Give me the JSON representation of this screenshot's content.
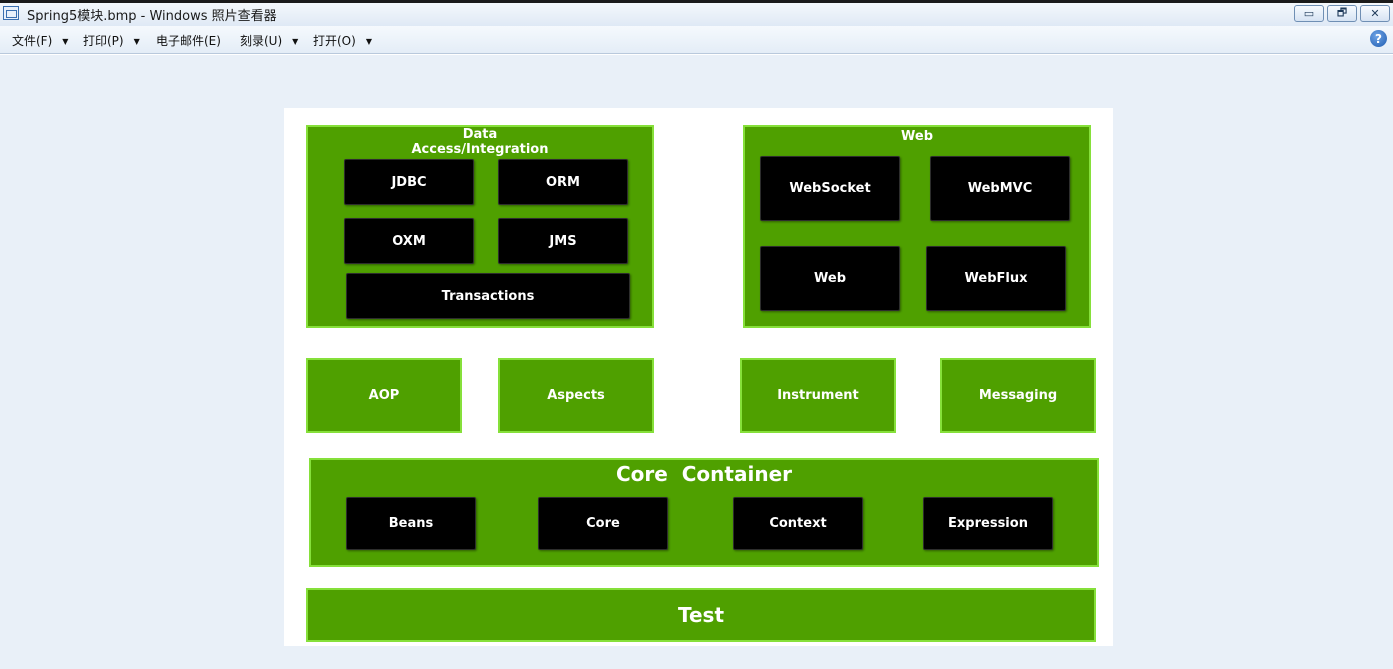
{
  "window": {
    "title": "Spring5模块.bmp - Windows 照片查看器",
    "minimize_glyph": "▭",
    "restore_glyph": "🗗",
    "close_glyph": "✕"
  },
  "menu": {
    "file": "文件(F)",
    "print": "打印(P)",
    "email": "电子邮件(E)",
    "burn": "刻录(U)",
    "open": "打开(O)",
    "caret": "▼",
    "help": "?"
  },
  "diagram": {
    "data_access": {
      "title_line1": "Data",
      "title_line2": "Access/Integration",
      "jdbc": "JDBC",
      "orm": "ORM",
      "oxm": "OXM",
      "jms": "JMS",
      "transactions": "Transactions"
    },
    "web": {
      "title": "Web",
      "websocket": "WebSocket",
      "webmvc": "WebMVC",
      "web": "Web",
      "webflux": "WebFlux"
    },
    "aop": "AOP",
    "aspects": "Aspects",
    "instrument": "Instrument",
    "messaging": "Messaging",
    "core_container": {
      "title": "Core  Container",
      "beans": "Beans",
      "core": "Core",
      "context": "Context",
      "expression": "Expression"
    },
    "test": "Test"
  },
  "colors": {
    "module_green": "#4fa000",
    "module_border": "#86e03a",
    "submodule_black": "#000000"
  }
}
